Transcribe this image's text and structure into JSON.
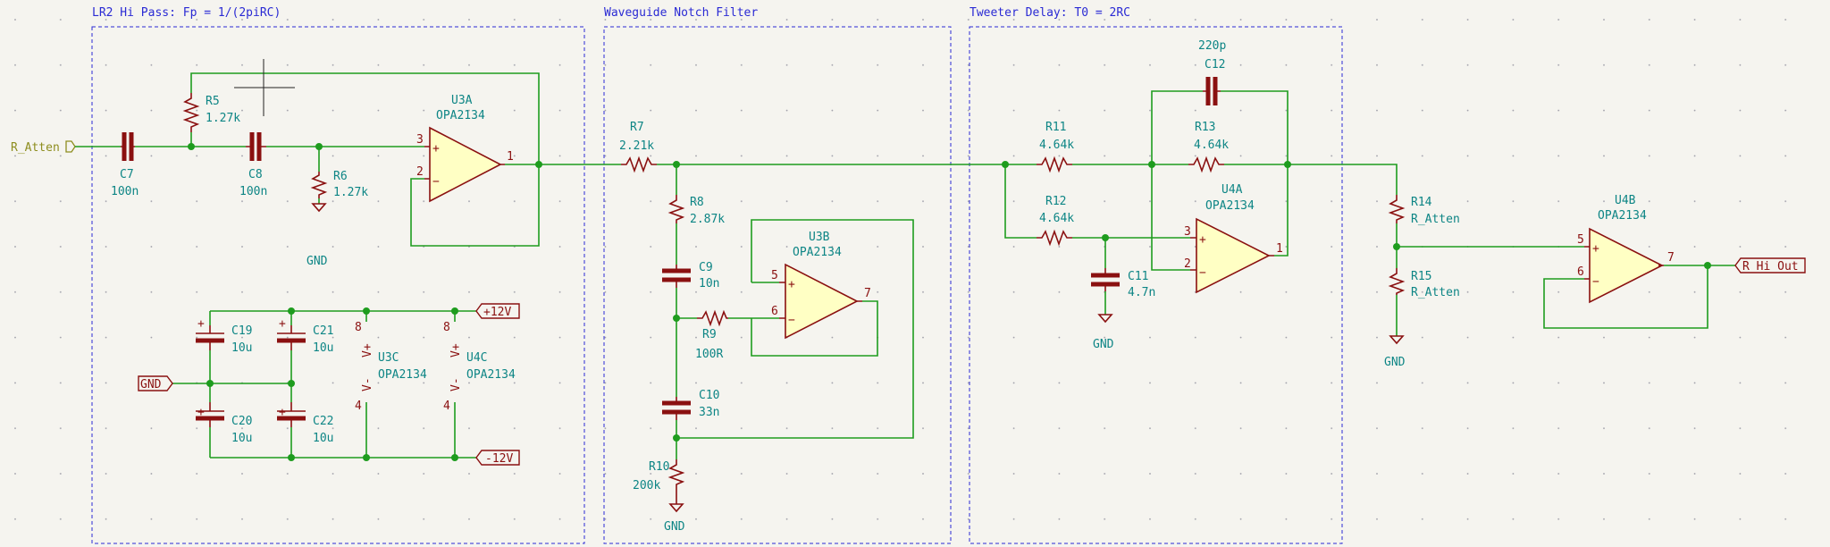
{
  "sections": {
    "hipass": "LR2 Hi Pass: Fp = 1/(2piRC)",
    "notch": "Waveguide Notch Filter",
    "delay": "Tweeter Delay: T0 = 2RC"
  },
  "labels": {
    "input": "R_Atten",
    "output": "R_Hi_Out",
    "gnd_flag": "GND",
    "vpos": "+12V",
    "vneg": "-12V"
  },
  "gnd": "GND",
  "parts": {
    "r5": {
      "ref": "R5",
      "value": "1.27k"
    },
    "r6": {
      "ref": "R6",
      "value": "1.27k"
    },
    "c7": {
      "ref": "C7",
      "value": "100n"
    },
    "c8": {
      "ref": "C8",
      "value": "100n"
    },
    "u3a": {
      "ref": "U3A",
      "value": "OPA2134"
    },
    "r7": {
      "ref": "R7",
      "value": "2.21k"
    },
    "r8": {
      "ref": "R8",
      "value": "2.87k"
    },
    "c9": {
      "ref": "C9",
      "value": "10n"
    },
    "r9": {
      "ref": "R9",
      "value": "100R"
    },
    "c10": {
      "ref": "C10",
      "value": "33n"
    },
    "r10": {
      "ref": "R10",
      "value": "200k"
    },
    "u3b": {
      "ref": "U3B",
      "value": "OPA2134"
    },
    "r11": {
      "ref": "R11",
      "value": "4.64k"
    },
    "r12": {
      "ref": "R12",
      "value": "4.64k"
    },
    "r13": {
      "ref": "R13",
      "value": "4.64k"
    },
    "c11": {
      "ref": "C11",
      "value": "4.7n"
    },
    "c12": {
      "ref": "C12",
      "value": "220p"
    },
    "u4a": {
      "ref": "U4A",
      "value": "OPA2134"
    },
    "r14": {
      "ref": "R14",
      "value": "R_Atten"
    },
    "r15": {
      "ref": "R15",
      "value": "R_Atten"
    },
    "u4b": {
      "ref": "U4B",
      "value": "OPA2134"
    },
    "c19": {
      "ref": "C19",
      "value": "10u"
    },
    "c20": {
      "ref": "C20",
      "value": "10u"
    },
    "c21": {
      "ref": "C21",
      "value": "10u"
    },
    "c22": {
      "ref": "C22",
      "value": "10u"
    },
    "u3c": {
      "ref": "U3C",
      "value": "OPA2134"
    },
    "u4c": {
      "ref": "U4C",
      "value": "OPA2134"
    }
  },
  "pins": {
    "p1": "1",
    "p2": "2",
    "p3": "3",
    "p4": "4",
    "p5": "5",
    "p6": "6",
    "p7": "7",
    "p8": "8",
    "vplus": "V+",
    "vminus": "V-",
    "plus": "+",
    "minus": "−"
  },
  "colors": {
    "background": "#f5f4ef",
    "wire": "#1e9c1e",
    "component": "#8a1010",
    "reference_text": "#0d8585",
    "sheet_border": "#2a2ad4",
    "opamp_fill": "#ffffc4",
    "global_label_text": "#8d8d1e"
  }
}
